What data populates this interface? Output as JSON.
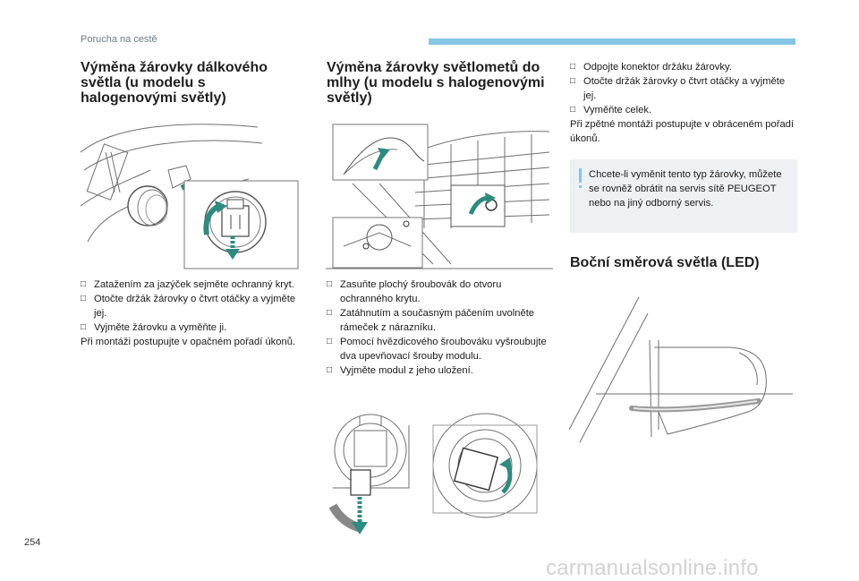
{
  "header": {
    "section_title": "Porucha na cestě",
    "accent_color": "#84c6e3"
  },
  "page_number": "254",
  "watermark": "carmanualsonline.info",
  "section1": {
    "heading": "Výměna žárovky dálkového světla (u modelu s halogenovými světly)",
    "steps": [
      "Zatažením za jazýček sejměte ochranný kryt.",
      "Otočte držák žárovky o čtvrt otáčky a vyjměte jej.",
      "Vyjměte žárovku a vyměňte ji."
    ],
    "note": "Při montáži postupujte v opačném pořadí úkonů."
  },
  "section2": {
    "heading": "Výměna žárovky světlometů do mlhy (u modelu s halogenovými světly)",
    "steps": [
      "Zasuňte plochý šroubovák do otvoru ochranného krytu.",
      "Zatáhnutím a současným páčením uvolněte rámeček z nárazníku.",
      "Pomocí hvězdicového šroubováku vyšroubujte dva upevňovací šrouby modulu.",
      "Vyjměte modul z jeho uložení."
    ]
  },
  "section3": {
    "steps": [
      "Odpojte konektor držáku žárovky.",
      "Otočte držák žárovky o čtvrt otáčky a vyjměte jej.",
      "Vyměňte celek."
    ],
    "note": "Při zpětné montáži postupujte v obráceném pořadí úkonů.",
    "info": "Chcete-li vyměnit tento typ žárovky, můžete se rovněž obrátit na servis sítě PEUGEOT nebo na jiný odborný servis."
  },
  "section4": {
    "heading": "Boční směrová světla (LED)"
  },
  "icons": {
    "bullet": "checkbox-bullet-icon",
    "info": "info-icon"
  }
}
